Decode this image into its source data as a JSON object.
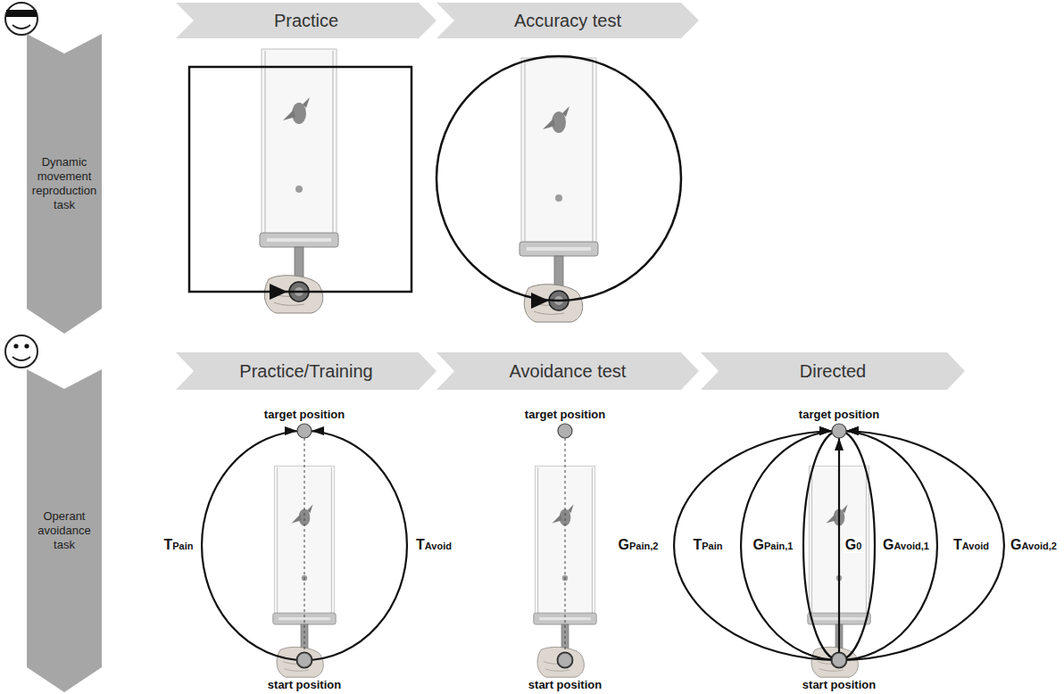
{
  "diagram": {
    "nodes": [
      {
        "text": [
          "Dynamic movement reproduction task"
        ]
      },
      {
        "text": [
          "Practice"
        ]
      },
      {
        "text": [
          "Accuracy test"
        ]
      },
      {
        "text": [
          "Operant avoidance task"
        ]
      },
      {
        "text": [
          "Practice/Training"
        ]
      },
      {
        "text": [
          "Avoidance test"
        ]
      },
      {
        "text": [
          "Directed"
        ]
      }
    ],
    "labels": [
      "target position",
      "start position",
      "TPain",
      "TAvoid",
      "target position",
      "start position",
      "target position",
      "start position",
      "GPain,2",
      "TPain",
      "GPain,1",
      "G0",
      "GAvoid,1",
      "TAvoid",
      "GAvoid,2"
    ]
  }
}
